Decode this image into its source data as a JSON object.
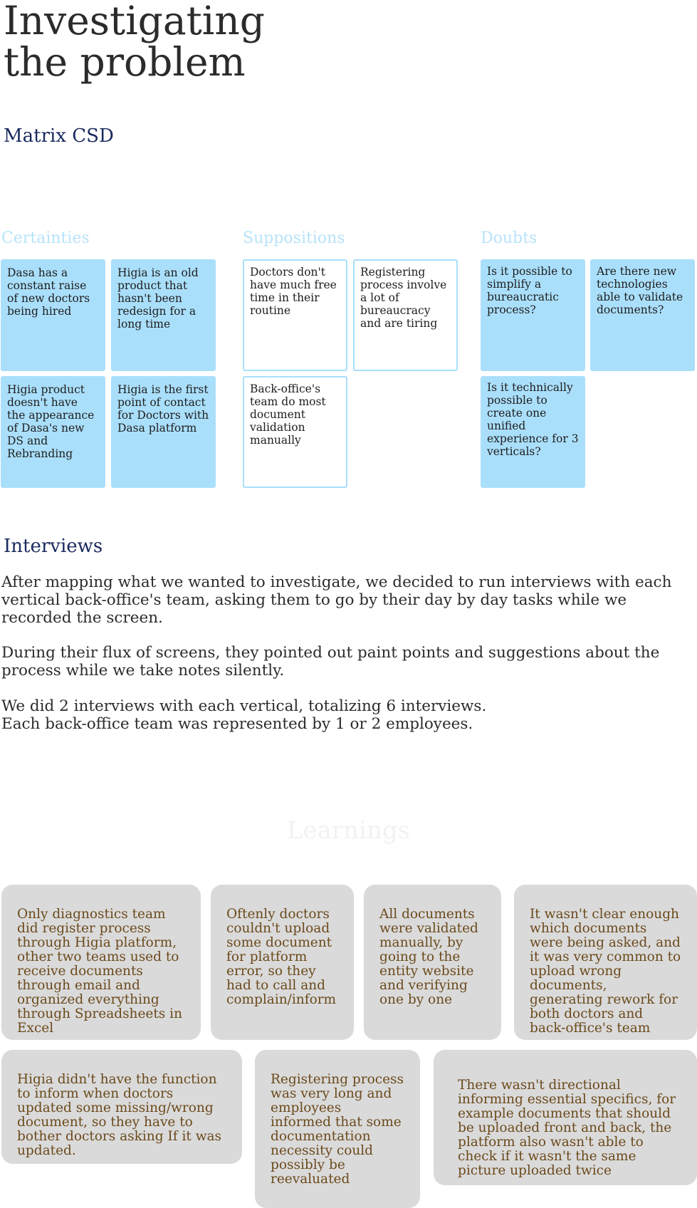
{
  "header": {
    "title_line1": "Investigating",
    "title_line2": "the problem",
    "subtitle": "Matrix CSD"
  },
  "matrix": {
    "certainties": {
      "heading": "Certainties",
      "notes": [
        "Dasa has a constant raise of new doctors being hired",
        "Higia is an old product that hasn't been redesign for a long time",
        "Higia product doesn't have the appearance of Dasa's new DS and Rebranding",
        "Higia is the first point of contact for Doctors with Dasa platform"
      ]
    },
    "suppositions": {
      "heading": "Suppositions",
      "notes": [
        "Doctors don't have much free time in their routine",
        "Registering process involve a lot of bureaucracy and are tiring",
        "Back-office's team do most document validation manually"
      ]
    },
    "doubts": {
      "heading": "Doubts",
      "notes": [
        "Is it possible to simplify a bureaucratic process?",
        "Are there new technologies able to validate documents?",
        "Is it technically possible to create one unified experience for 3 verticals?"
      ]
    }
  },
  "interviews": {
    "heading": "Interviews",
    "paragraphs": [
      "After mapping what we wanted to investigate, we decided to run interviews with each vertical back-office's team, asking them to go by their day by day tasks while we recorded the screen.",
      "During their flux of screens, they pointed out paint points and suggestions about the process while we take notes silently.",
      "We did 2 interviews with each vertical, totalizing 6 interviews.",
      "Each back-office team was represented by 1 or 2 employees."
    ]
  },
  "learnings": {
    "heading": "Learnings",
    "cards": [
      "Only diagnostics team did register process through Higia platform, other two teams used to receive documents through email and organized everything through Spreadsheets in Excel",
      "Oftenly doctors couldn't upload some document for platform error, so they had to call and complain/inform",
      "All documents were validated manually, by going to the entity website and verifying one by one",
      "It wasn't clear enough which documents were being asked, and it was very common to upload wrong documents, generating rework for both doctors and back-office's team",
      "Higia didn't have the function to inform when doctors updated some missing/wrong document, so they have to bother doctors asking If it was updated.",
      "Registering process was very long and employees informed that some documentation necessity could possibly be reevaluated",
      "There wasn't directional informing essential specifics, for example documents that should be uploaded front and back, the platform also wasn't able to check if it wasn't the same picture uploaded twice"
    ]
  },
  "colors": {
    "note_fill": "#aadffb",
    "heading_blue": "#1a2a5e",
    "card_fill": "#dadada",
    "card_text": "#6b4a1c"
  }
}
